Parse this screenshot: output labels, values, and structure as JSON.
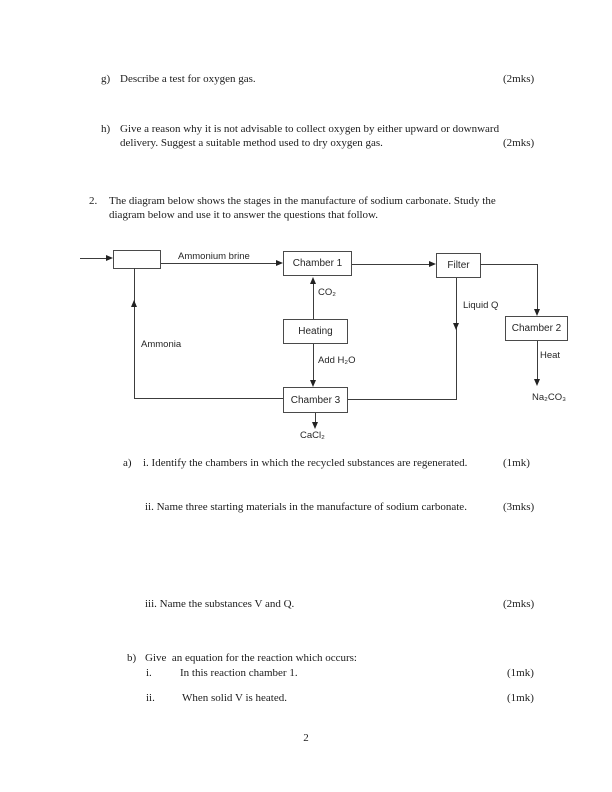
{
  "questions": {
    "g": {
      "label": "g)",
      "text": "Describe a test for oxygen gas.",
      "marks": "(2mks)"
    },
    "h": {
      "label": "h)",
      "line1": "Give a reason why it is not advisable to collect oxygen by either upward or downward",
      "line2": "delivery. Suggest a suitable method used to dry oxygen gas.",
      "marks": "(2mks)"
    },
    "q2": {
      "label": "2.",
      "line1": "The diagram below shows the stages in the manufacture of sodium carbonate. Study the",
      "line2": "diagram below and use it to answer the questions that follow."
    },
    "a": {
      "label": "a)",
      "i": {
        "text": "i. Identify the chambers in which the recycled substances are regenerated.",
        "marks": "(1mk)"
      },
      "ii": {
        "text": "ii. Name three starting materials in the manufacture of sodium carbonate.",
        "marks": "(3mks)"
      },
      "iii": {
        "text": "iii. Name the substances V and Q.",
        "marks": "(2mks)"
      }
    },
    "b": {
      "label": "b)",
      "text": "Give  an equation for the reaction which occurs:",
      "i": {
        "label": "i.",
        "text": "In this reaction chamber 1.",
        "marks": "(1mk)"
      },
      "ii": {
        "label": "ii.",
        "text": "When solid V is heated.",
        "marks": "(1mk)"
      }
    }
  },
  "diagram": {
    "boxes": {
      "chamber1": "Chamber 1",
      "filter": "Filter",
      "chamber2": "Chamber 2",
      "heating": "Heating",
      "chamber3": "Chamber 3"
    },
    "labels": {
      "ammonium_brine": "Ammonium brine",
      "co2": "CO₂",
      "liquid_q": "Liquid Q",
      "ammonia": "Ammonia",
      "add_h2o": "Add H₂O",
      "heat": "Heat",
      "na2co3": "Na₂CO₃",
      "cacl2": "CaCl₂"
    }
  },
  "footer": {
    "page_number": "2"
  }
}
